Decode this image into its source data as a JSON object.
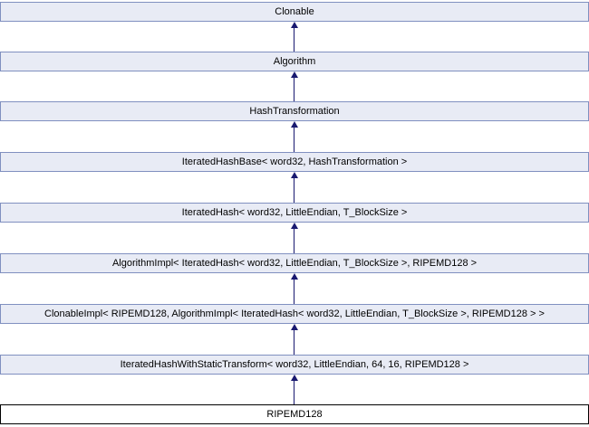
{
  "diagram": {
    "type": "inheritance-diagram",
    "colors": {
      "background": "#ffffff",
      "node_fill": "#e8ebf5",
      "node_border": "#8090c0",
      "current_node_fill": "#ffffff",
      "current_node_border": "#000000",
      "arrow": "#191970",
      "text": "#000000"
    },
    "nodes": [
      {
        "label": "Clonable"
      },
      {
        "label": "Algorithm"
      },
      {
        "label": "HashTransformation"
      },
      {
        "label": "IteratedHashBase< word32, HashTransformation >"
      },
      {
        "label": "IteratedHash< word32, LittleEndian, T_BlockSize >"
      },
      {
        "label": "AlgorithmImpl< IteratedHash< word32, LittleEndian, T_BlockSize >, RIPEMD128 >"
      },
      {
        "label": "ClonableImpl< RIPEMD128, AlgorithmImpl< IteratedHash< word32, LittleEndian, T_BlockSize >, RIPEMD128 > >"
      },
      {
        "label": "IteratedHashWithStaticTransform< word32, LittleEndian, 64, 16, RIPEMD128 >"
      },
      {
        "label": "RIPEMD128"
      }
    ]
  }
}
